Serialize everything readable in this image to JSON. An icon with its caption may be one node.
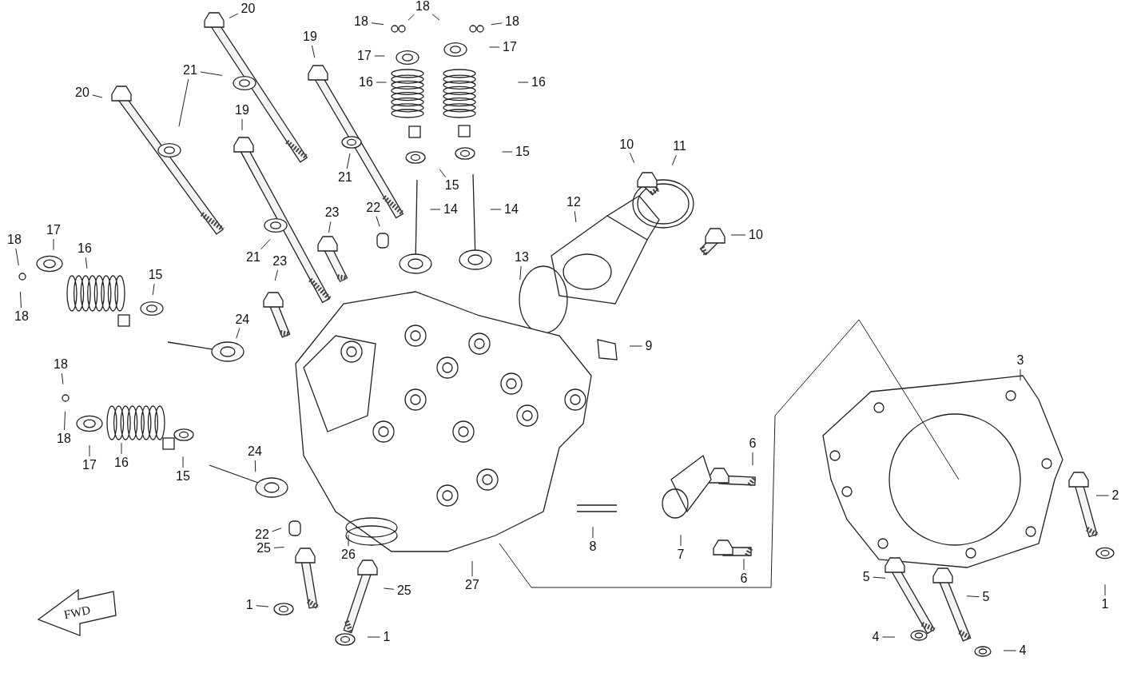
{
  "diagram": {
    "nodes": [
      {
        "text": [
          "18"
        ]
      },
      {
        "text": [
          "18"
        ]
      },
      {
        "text": [
          "18"
        ]
      },
      {
        "text": [
          "20"
        ]
      },
      {
        "text": [
          "19"
        ]
      },
      {
        "text": [
          "17"
        ]
      },
      {
        "text": [
          "17"
        ]
      },
      {
        "text": [
          "21"
        ]
      },
      {
        "text": [
          "16"
        ]
      },
      {
        "text": [
          "16"
        ]
      },
      {
        "text": [
          "20"
        ]
      },
      {
        "text": [
          "19"
        ]
      },
      {
        "text": [
          "10"
        ]
      },
      {
        "text": [
          "11"
        ]
      },
      {
        "text": [
          "15"
        ]
      },
      {
        "text": [
          "21"
        ]
      },
      {
        "text": [
          "15"
        ]
      },
      {
        "text": [
          "12"
        ]
      },
      {
        "text": [
          "14"
        ]
      },
      {
        "text": [
          "14"
        ]
      },
      {
        "text": [
          "22"
        ]
      },
      {
        "text": [
          "23"
        ]
      },
      {
        "text": [
          "10"
        ]
      },
      {
        "text": [
          "18"
        ]
      },
      {
        "text": [
          "17"
        ]
      },
      {
        "text": [
          "16"
        ]
      },
      {
        "text": [
          "21"
        ]
      },
      {
        "text": [
          "13"
        ]
      },
      {
        "text": [
          "23"
        ]
      },
      {
        "text": [
          "15"
        ]
      },
      {
        "text": [
          "18"
        ]
      },
      {
        "text": [
          "24"
        ]
      },
      {
        "text": [
          "9"
        ]
      },
      {
        "text": [
          "18"
        ]
      },
      {
        "text": [
          "3"
        ]
      },
      {
        "text": [
          "17"
        ]
      },
      {
        "text": [
          "18"
        ]
      },
      {
        "text": [
          "6"
        ]
      },
      {
        "text": [
          "24"
        ]
      },
      {
        "text": [
          "16"
        ]
      },
      {
        "text": [
          "15"
        ]
      },
      {
        "text": [
          "2"
        ]
      },
      {
        "text": [
          "22"
        ]
      },
      {
        "text": [
          "8"
        ]
      },
      {
        "text": [
          "26"
        ]
      },
      {
        "text": [
          "7"
        ]
      },
      {
        "text": [
          "25"
        ]
      },
      {
        "text": [
          "5"
        ]
      },
      {
        "text": [
          "6"
        ]
      },
      {
        "text": [
          "27"
        ]
      },
      {
        "text": [
          "25"
        ]
      },
      {
        "text": [
          "5"
        ]
      },
      {
        "text": [
          "1"
        ]
      },
      {
        "text": [
          "1"
        ]
      },
      {
        "text": [
          "1"
        ]
      },
      {
        "text": [
          "4"
        ]
      },
      {
        "text": [
          "4"
        ]
      }
    ],
    "edges": [
      {
        "from": 0,
        "to": null,
        "arrow": "none"
      },
      {
        "from": 1,
        "to": null,
        "arrow": "none"
      },
      {
        "from": 2,
        "to": null,
        "arrow": "none"
      },
      {
        "from": 3,
        "to": null,
        "arrow": "none"
      },
      {
        "from": 4,
        "to": null,
        "arrow": "none"
      },
      {
        "from": 5,
        "to": null,
        "arrow": "none"
      },
      {
        "from": 6,
        "to": null,
        "arrow": "none"
      },
      {
        "from": 7,
        "to": null,
        "arrow": "none"
      },
      {
        "from": 8,
        "to": null,
        "arrow": "none"
      },
      {
        "from": 9,
        "to": null,
        "arrow": "none"
      },
      {
        "from": 10,
        "to": null,
        "arrow": "none"
      },
      {
        "from": 11,
        "to": null,
        "arrow": "none"
      },
      {
        "from": 12,
        "to": null,
        "arrow": "none"
      },
      {
        "from": 13,
        "to": null,
        "arrow": "none"
      },
      {
        "from": 14,
        "to": null,
        "arrow": "none"
      },
      {
        "from": 15,
        "to": null,
        "arrow": "none"
      },
      {
        "from": 16,
        "to": null,
        "arrow": "none"
      },
      {
        "from": 17,
        "to": null,
        "arrow": "none"
      },
      {
        "from": 18,
        "to": null,
        "arrow": "none"
      },
      {
        "from": 19,
        "to": null,
        "arrow": "none"
      },
      {
        "from": 20,
        "to": null,
        "arrow": "none"
      },
      {
        "from": 21,
        "to": null,
        "arrow": "none"
      },
      {
        "from": 22,
        "to": null,
        "arrow": "none"
      },
      {
        "from": 23,
        "to": null,
        "arrow": "none"
      },
      {
        "from": 24,
        "to": null,
        "arrow": "none"
      },
      {
        "from": 25,
        "to": null,
        "arrow": "none"
      },
      {
        "from": 26,
        "to": null,
        "arrow": "none"
      },
      {
        "from": 27,
        "to": null,
        "arrow": "none"
      },
      {
        "from": 28,
        "to": null,
        "arrow": "none"
      },
      {
        "from": 29,
        "to": null,
        "arrow": "none"
      },
      {
        "from": 30,
        "to": null,
        "arrow": "none"
      },
      {
        "from": 31,
        "to": null,
        "arrow": "none"
      },
      {
        "from": 32,
        "to": null,
        "arrow": "none"
      },
      {
        "from": 33,
        "to": null,
        "arrow": "none"
      },
      {
        "from": 34,
        "to": null,
        "arrow": "none"
      },
      {
        "from": 35,
        "to": null,
        "arrow": "none"
      },
      {
        "from": 36,
        "to": null,
        "arrow": "none"
      },
      {
        "from": 37,
        "to": null,
        "arrow": "none"
      },
      {
        "from": 38,
        "to": null,
        "arrow": "none"
      },
      {
        "from": 39,
        "to": null,
        "arrow": "none"
      },
      {
        "from": 40,
        "to": null,
        "arrow": "none"
      },
      {
        "from": 41,
        "to": null,
        "arrow": "none"
      },
      {
        "from": 42,
        "to": null,
        "arrow": "none"
      },
      {
        "from": 43,
        "to": null,
        "arrow": "none"
      },
      {
        "from": 44,
        "to": null,
        "arrow": "none"
      },
      {
        "from": 45,
        "to": null,
        "arrow": "none"
      },
      {
        "from": 46,
        "to": null,
        "arrow": "none"
      },
      {
        "from": 47,
        "to": null,
        "arrow": "none"
      },
      {
        "from": 48,
        "to": null,
        "arrow": "none"
      },
      {
        "from": 49,
        "to": null,
        "arrow": "none"
      },
      {
        "from": 50,
        "to": null,
        "arrow": "none"
      },
      {
        "from": 51,
        "to": null,
        "arrow": "none"
      },
      {
        "from": 52,
        "to": null,
        "arrow": "none"
      },
      {
        "from": 53,
        "to": null,
        "arrow": "none"
      },
      {
        "from": 54,
        "to": null,
        "arrow": "none"
      },
      {
        "from": 55,
        "to": null,
        "arrow": "none"
      },
      {
        "from": 56,
        "to": null,
        "arrow": "none"
      },
      {
        "from": 1,
        "to": null,
        "arrow": "none"
      },
      {
        "from": 7,
        "to": null,
        "arrow": "none"
      }
    ],
    "labels": [
      "FWD"
    ]
  }
}
